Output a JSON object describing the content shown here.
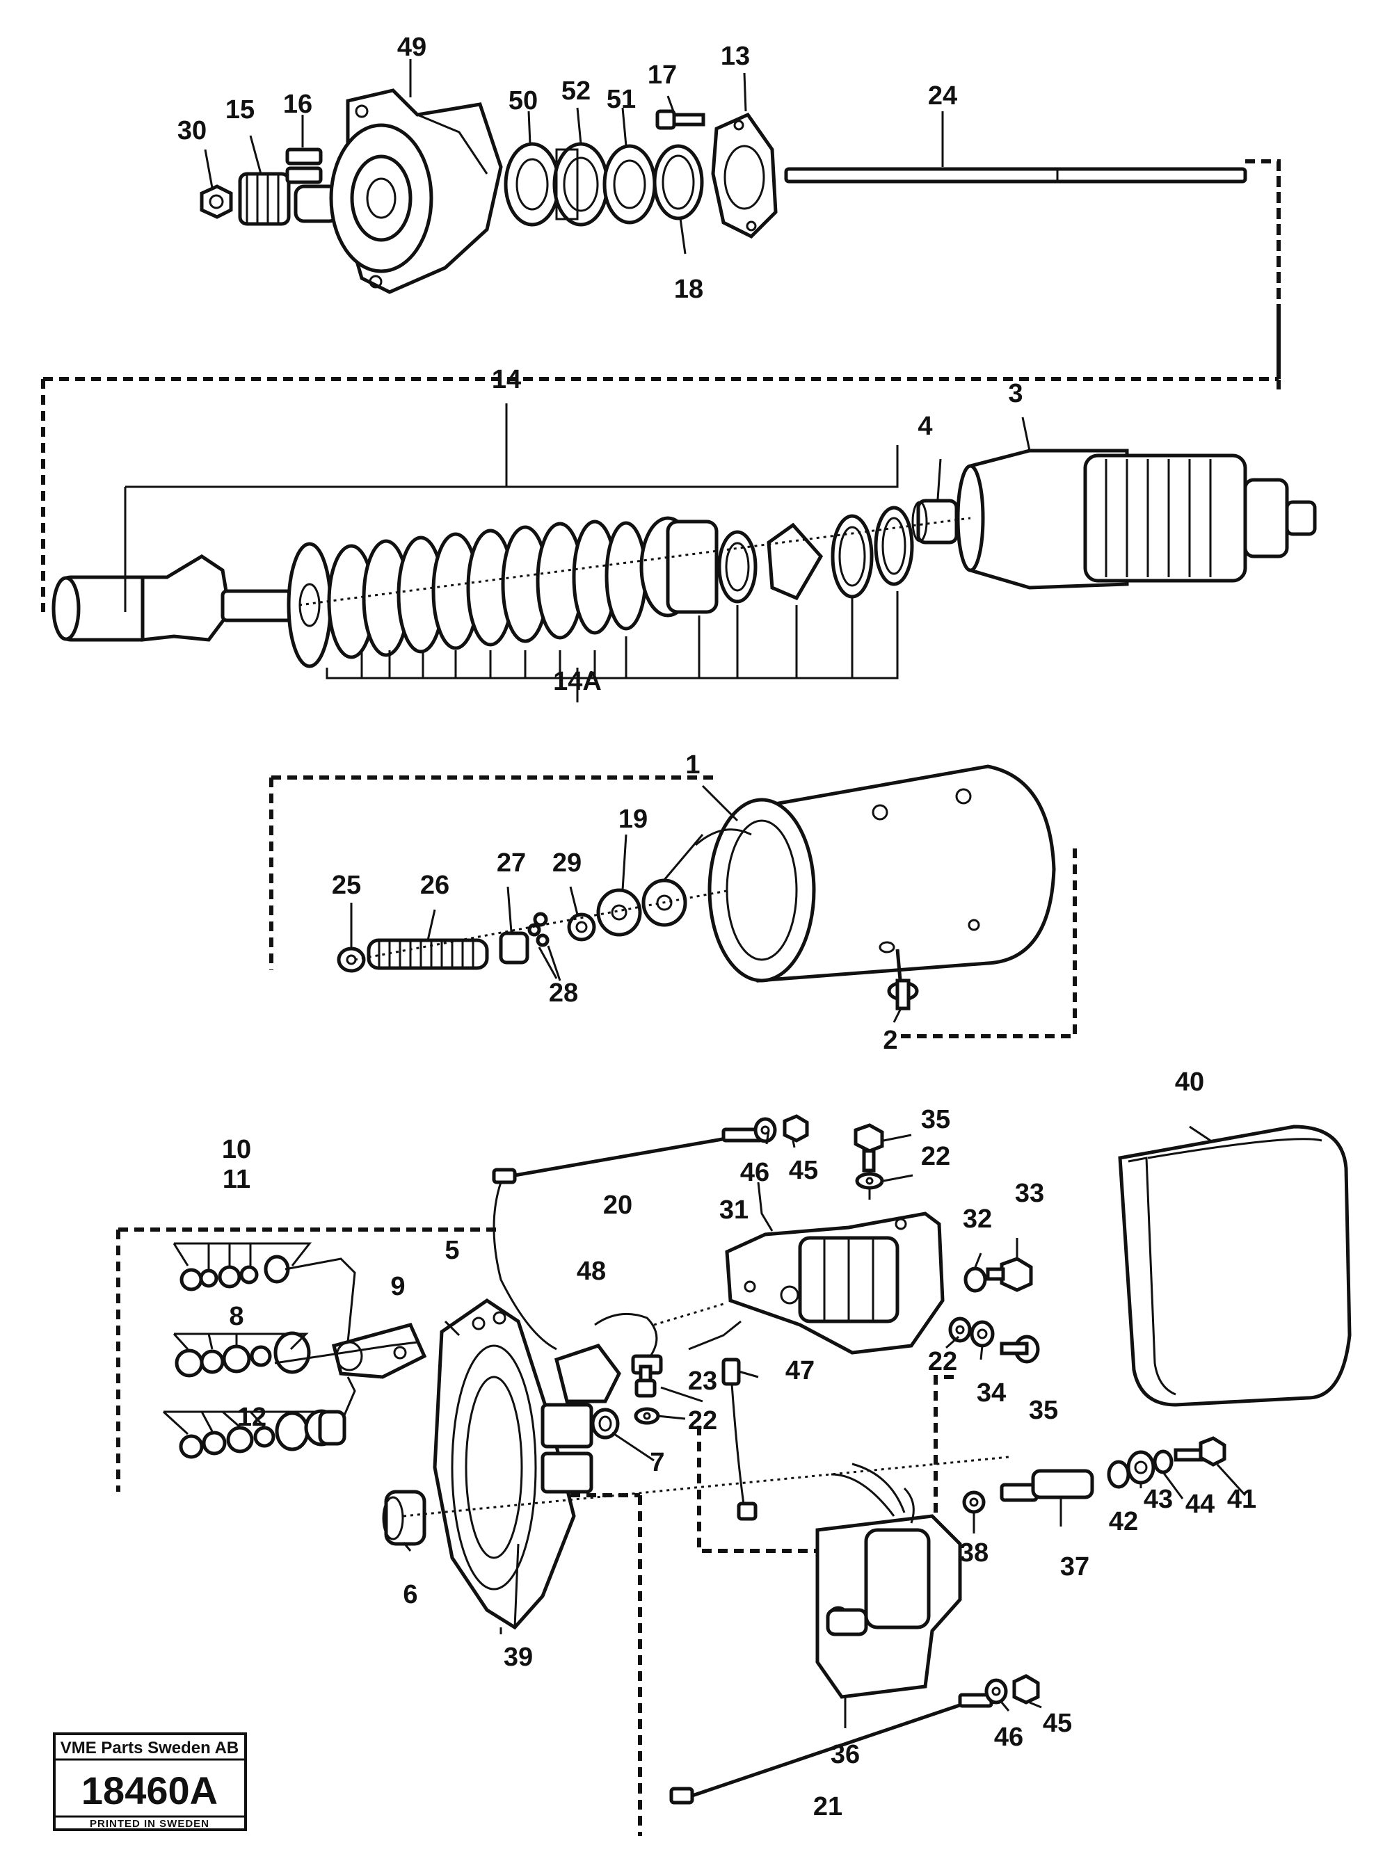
{
  "callouts": {
    "c1": "1",
    "c2": "2",
    "c3": "3",
    "c4": "4",
    "c5": "5",
    "c6": "6",
    "c7": "7",
    "c8": "8",
    "c9": "9",
    "c10": "10",
    "c11": "11",
    "c12": "12",
    "c13": "13",
    "c14": "14",
    "c14a": "14A",
    "c15": "15",
    "c16": "16",
    "c17": "17",
    "c18": "18",
    "c19": "19",
    "c20": "20",
    "c21": "21",
    "c22a": "22",
    "c22b": "22",
    "c22c": "22",
    "c23": "23",
    "c24": "24",
    "c25": "25",
    "c26": "26",
    "c27": "27",
    "c28": "28",
    "c29": "29",
    "c30": "30",
    "c31": "31",
    "c32": "32",
    "c33": "33",
    "c34": "34",
    "c35a": "35",
    "c35b": "35",
    "c36": "36",
    "c37": "37",
    "c38": "38",
    "c39": "39",
    "c40": "40",
    "c41": "41",
    "c42": "42",
    "c43": "43",
    "c44": "44",
    "c45a": "45",
    "c45b": "45",
    "c46a": "46",
    "c46b": "46",
    "c47": "47",
    "c48": "48",
    "c49": "49",
    "c50": "50",
    "c51": "51",
    "c52": "52"
  },
  "title_block": {
    "company": "VME Parts Sweden AB",
    "drawing_number": "18460A",
    "footer": "PRINTED IN SWEDEN"
  }
}
